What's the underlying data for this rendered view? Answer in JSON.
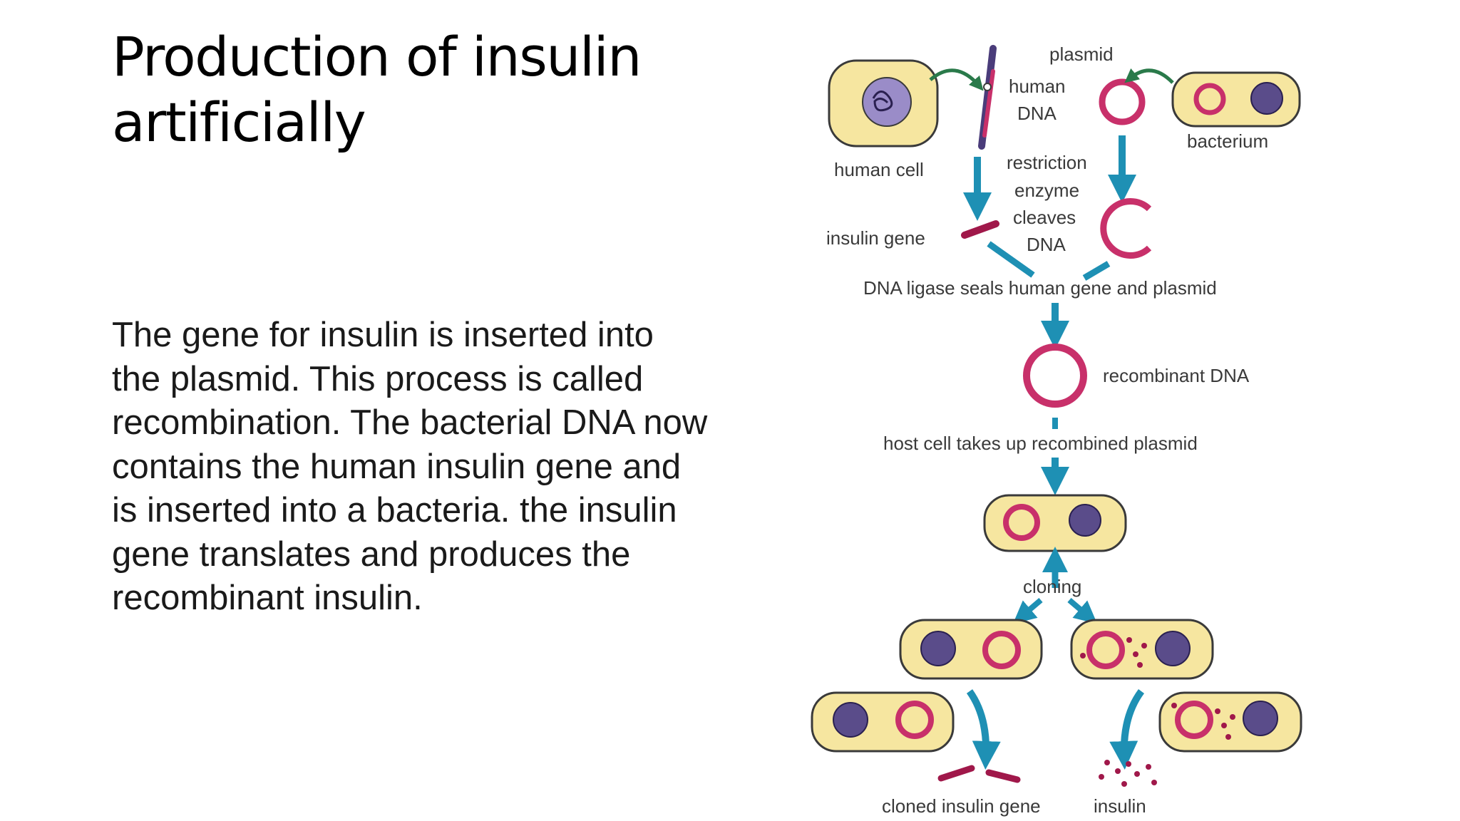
{
  "slide": {
    "title_lines": [
      "Production of insulin",
      "artificially"
    ],
    "body_lines": [
      "The gene for insulin is inserted into",
      "the plasmid. This process is called",
      "recombination. The bacterial DNA now",
      "contains the human insulin gene and",
      "is inserted into a bacteria. the insulin",
      "gene translates and produces the",
      "recombinant insulin."
    ]
  },
  "diagram": {
    "labels": {
      "plasmid": "plasmid",
      "human_dna_1": "human",
      "human_dna_2": "DNA",
      "bacterium": "bacterium",
      "human_cell": "human cell",
      "restriction_1": "restriction",
      "restriction_2": "enzyme",
      "restriction_3": "cleaves",
      "restriction_4": "DNA",
      "insulin_gene": "insulin gene",
      "ligase": "DNA ligase seals human gene and plasmid",
      "recombinant": "recombinant DNA",
      "host_cell": "host cell takes up recombined plasmid",
      "cloning": "cloning",
      "cloned_gene": "cloned insulin gene",
      "insulin": "insulin"
    },
    "colors": {
      "cell_fill": "#f6e6a0",
      "cell_stroke": "#3a3a3a",
      "plasmid": "#c8306a",
      "arrow": "#1e90b4",
      "gene": "#a0184a",
      "chromosome": "#4a3c7a",
      "green_arrow": "#2a7a4a"
    }
  }
}
